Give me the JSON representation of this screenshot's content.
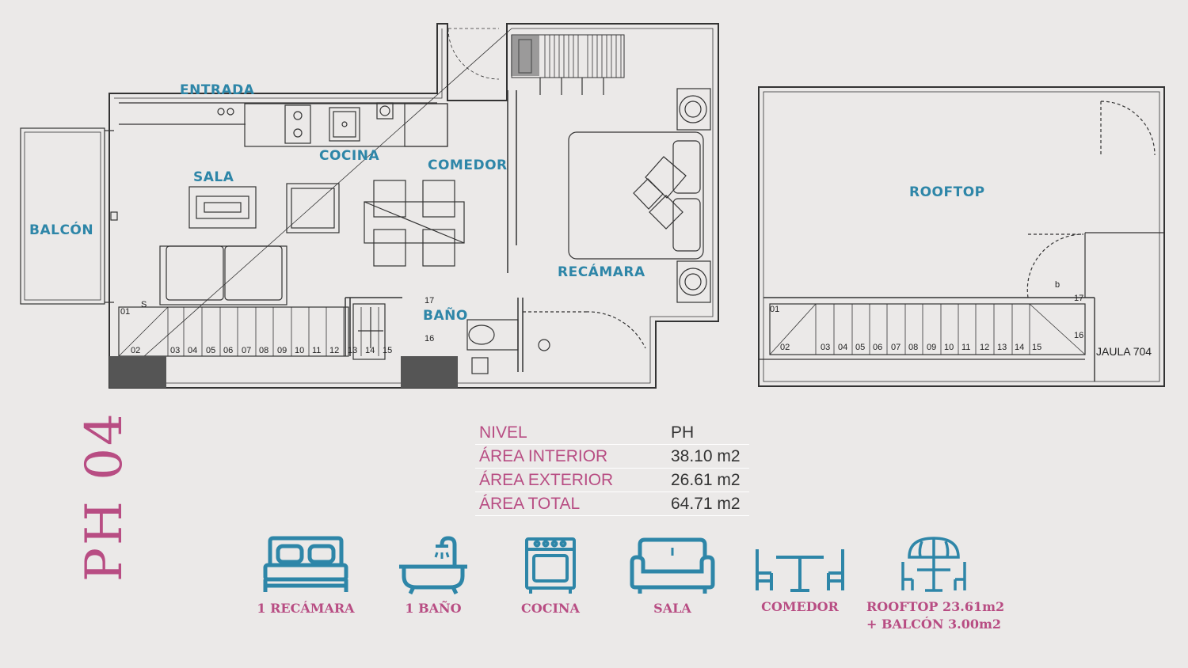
{
  "unit_title": "PH 04",
  "plan": {
    "rooms": {
      "entrada": "ENTRADA",
      "cocina": "COCINA",
      "comedor": "COMEDOR",
      "sala": "SALA",
      "balcon": "BALCÓN",
      "recamara": "RECÁMARA",
      "bano": "BAÑO",
      "rooftop": "ROOFTOP",
      "jaula": "JAULA 704"
    },
    "stairs_main": [
      "01",
      "02",
      "03",
      "04",
      "05",
      "06",
      "07",
      "08",
      "09",
      "10",
      "11",
      "12",
      "13",
      "14",
      "15",
      "16",
      "17"
    ],
    "stairs_roof": [
      "01",
      "02",
      "03",
      "04",
      "05",
      "06",
      "07",
      "08",
      "09",
      "10",
      "11",
      "12",
      "13",
      "14",
      "15",
      "16",
      "17"
    ],
    "marks": {
      "s": "S",
      "b": "b"
    }
  },
  "specs": [
    {
      "label": "NIVEL",
      "value": "PH"
    },
    {
      "label": "ÁREA INTERIOR",
      "value": "38.10 m2"
    },
    {
      "label": "ÁREA EXTERIOR",
      "value": "26.61 m2"
    },
    {
      "label": "ÁREA TOTAL",
      "value": "64.71 m2"
    }
  ],
  "amenities": [
    {
      "icon": "bed-icon",
      "label": "1 RECÁMARA"
    },
    {
      "icon": "bathtub-icon",
      "label": "1 BAÑO"
    },
    {
      "icon": "stove-icon",
      "label": "COCINA"
    },
    {
      "icon": "sofa-icon",
      "label": "SALA"
    },
    {
      "icon": "dining-table-icon",
      "label": "COMEDOR"
    },
    {
      "icon": "umbrella-table-icon",
      "label": "ROOFTOP 23.61m2",
      "label2": "+ BALCÓN 3.00m2"
    }
  ],
  "colors": {
    "pink": "#b84d83",
    "teal": "#2e86a8",
    "background": "#ebe9e8"
  }
}
